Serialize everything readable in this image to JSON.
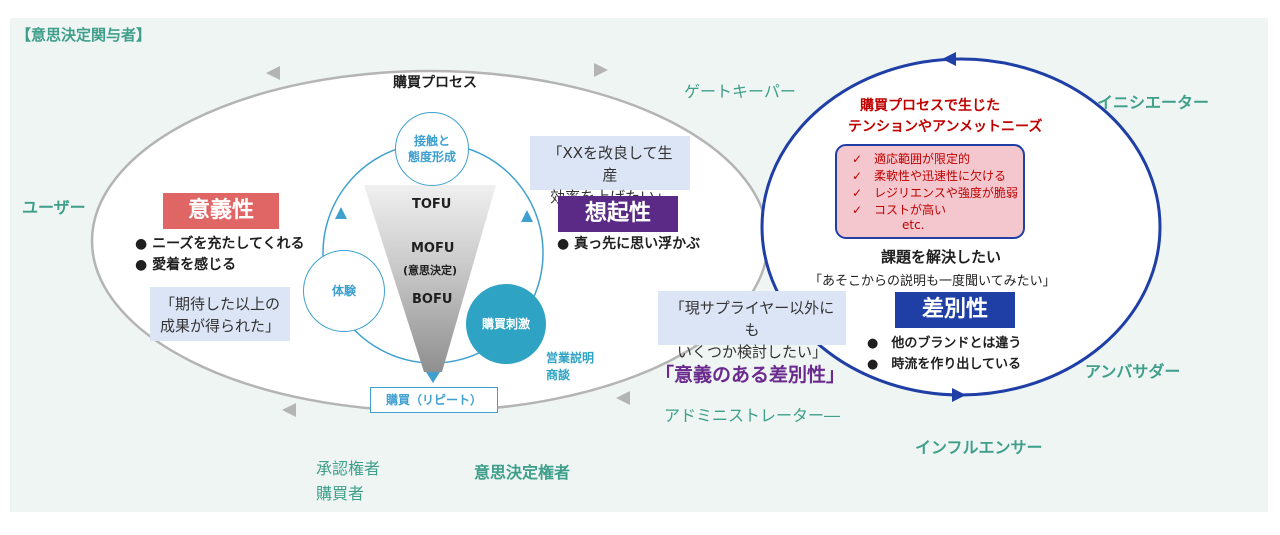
{
  "header_label": "【意思決定関与者】",
  "roles": {
    "user": "ユーザー",
    "gatekeeper": "ゲートキーパー",
    "initiator": "イニシエーター",
    "ambassador": "アンバサダー",
    "influencer": "インフルエンサー",
    "administrator": "アドミニストレーター―",
    "approver_line1": "承認権者",
    "approver_line2": "購買者",
    "decision_maker": "意思決定権者"
  },
  "process": {
    "title": "購買プロセス",
    "stage_awareness_line1": "接触と",
    "stage_awareness_line2": "態度形成",
    "stage_experience": "体験",
    "stage_stimulus": "購買刺激",
    "tofu": "TOFU",
    "mofu": "MOFU",
    "mofu_sub": "(意思決定)",
    "bofu": "BOFU",
    "repeat_box": "購買（リピート）",
    "sales_line1": "営業説明",
    "sales_line2": "商談"
  },
  "meaning": {
    "tag": "意義性",
    "bullets": [
      "● ニーズを充たしてくれる",
      "● 愛着を感じる"
    ],
    "quote_line1": "「期待した以上の",
    "quote_line2": "成果が得られた」"
  },
  "recall": {
    "tag": "想起性",
    "bullet": "● 真っ先に思い浮かぶ",
    "quote_line1": "「XXを改良して生産",
    "quote_line2": "効率を上げたい」"
  },
  "tension": {
    "title_line1": "購買プロセスで生じた",
    "title_line2": "テンションやアンメットニーズ",
    "items": [
      "✓　適応範囲が限定的",
      "✓　柔軟性や迅速性に欠ける",
      "✓　レジリエンスや強度が脆弱",
      "✓　コストが高い"
    ],
    "etc": "etc.",
    "solve": "課題を解決したい",
    "solve_quote": "「あそこからの説明も一度聞いてみたい」"
  },
  "differentiation": {
    "tag": "差別性",
    "bullets": [
      "●　他のブランドとは違う",
      "●　時流を作り出している"
    ],
    "quote_line1": "「現サプライヤー以外にも",
    "quote_line2": "いくつか検討したい」",
    "meaningful": "「意義のある差別性」"
  },
  "colors": {
    "teal": "#3f9f8a",
    "meaning_tag": "#e06666",
    "recall_tag": "#5b2a86",
    "diff_tag": "#1f3fa6",
    "tension_title": "#c00000",
    "ellipse_blue": "#1f3fa6",
    "cycle_blue": "#3fa0d0"
  }
}
